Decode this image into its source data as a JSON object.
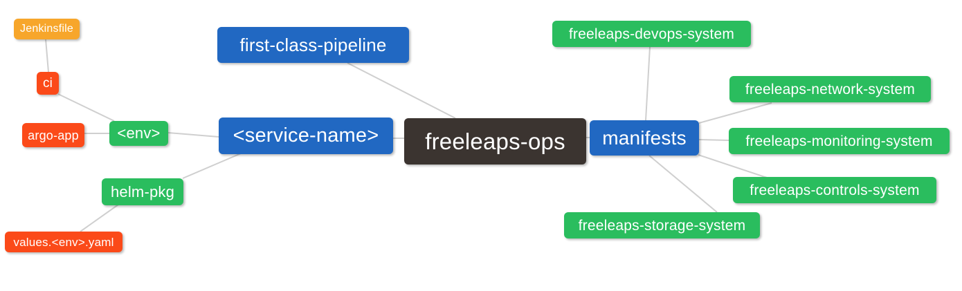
{
  "diagram": {
    "type": "mindmap",
    "root": "freeleaps-ops",
    "nodes": {
      "freeleaps_ops": {
        "label": "freeleaps-ops",
        "color": "#3b3430"
      },
      "first_class_pipeline": {
        "label": "first-class-pipeline",
        "color": "#2168c2"
      },
      "service_name": {
        "label": "<service-name>",
        "color": "#2168c2"
      },
      "manifests": {
        "label": "manifests",
        "color": "#2168c2"
      },
      "env": {
        "label": "<env>",
        "color": "#2abd5e"
      },
      "helm_pkg": {
        "label": "helm-pkg",
        "color": "#2abd5e"
      },
      "ci": {
        "label": "ci",
        "color": "#fb4a19"
      },
      "argo_app": {
        "label": "argo-app",
        "color": "#fb4a19"
      },
      "jenkinsfile": {
        "label": "Jenkinsfile",
        "color": "#f7a62b"
      },
      "values_env_yaml": {
        "label": "values.<env>.yaml",
        "color": "#fb4a19"
      },
      "devops_system": {
        "label": "freeleaps-devops-system",
        "color": "#2abd5e"
      },
      "network_system": {
        "label": "freeleaps-network-system",
        "color": "#2abd5e"
      },
      "monitoring_system": {
        "label": "freeleaps-monitoring-system",
        "color": "#2abd5e"
      },
      "controls_system": {
        "label": "freeleaps-controls-system",
        "color": "#2abd5e"
      },
      "storage_system": {
        "label": "freeleaps-storage-system",
        "color": "#2abd5e"
      }
    },
    "edges": [
      {
        "from": "freeleaps_ops",
        "to": "first_class_pipeline"
      },
      {
        "from": "freeleaps_ops",
        "to": "service_name"
      },
      {
        "from": "freeleaps_ops",
        "to": "manifests"
      },
      {
        "from": "service_name",
        "to": "env"
      },
      {
        "from": "service_name",
        "to": "helm_pkg"
      },
      {
        "from": "env",
        "to": "ci"
      },
      {
        "from": "env",
        "to": "argo_app"
      },
      {
        "from": "ci",
        "to": "jenkinsfile"
      },
      {
        "from": "helm_pkg",
        "to": "values_env_yaml"
      },
      {
        "from": "manifests",
        "to": "devops_system"
      },
      {
        "from": "manifests",
        "to": "network_system"
      },
      {
        "from": "manifests",
        "to": "monitoring_system"
      },
      {
        "from": "manifests",
        "to": "controls_system"
      },
      {
        "from": "manifests",
        "to": "storage_system"
      }
    ],
    "palette": {
      "root_bg": "#3b3430",
      "level1_bg": "#2168c2",
      "level2_bg": "#2abd5e",
      "leaf_bg": "#fb4a19",
      "file_bg": "#f7a62b",
      "text": "#ffffff",
      "edge_line": "#cfcfcf",
      "background": "#ffffff"
    }
  }
}
